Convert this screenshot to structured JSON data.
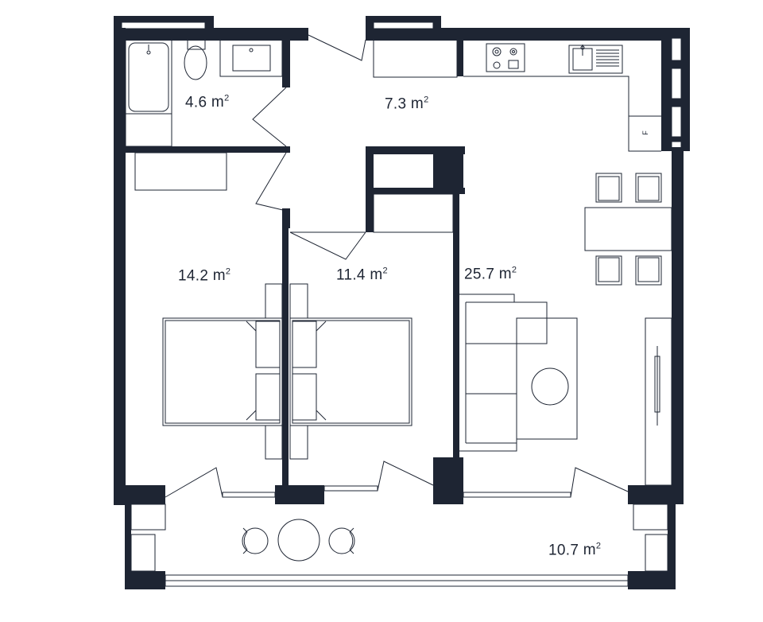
{
  "plan": {
    "rooms": [
      {
        "id": "bathroom",
        "area": "4.6",
        "unit": "m",
        "exp": "2"
      },
      {
        "id": "hall",
        "area": "7.3",
        "unit": "m",
        "exp": "2"
      },
      {
        "id": "bedroom-1",
        "area": "14.2",
        "unit": "m",
        "exp": "2"
      },
      {
        "id": "bedroom-2",
        "area": "11.4",
        "unit": "m",
        "exp": "2"
      },
      {
        "id": "living-kitchen",
        "area": "25.7",
        "unit": "m",
        "exp": "2"
      },
      {
        "id": "balcony",
        "area": "10.7",
        "unit": "m",
        "exp": "2"
      }
    ],
    "fridge_mark": "F",
    "colors": {
      "wall": "#1e2533",
      "line": "#1e2533",
      "background": "#ffffff"
    }
  }
}
